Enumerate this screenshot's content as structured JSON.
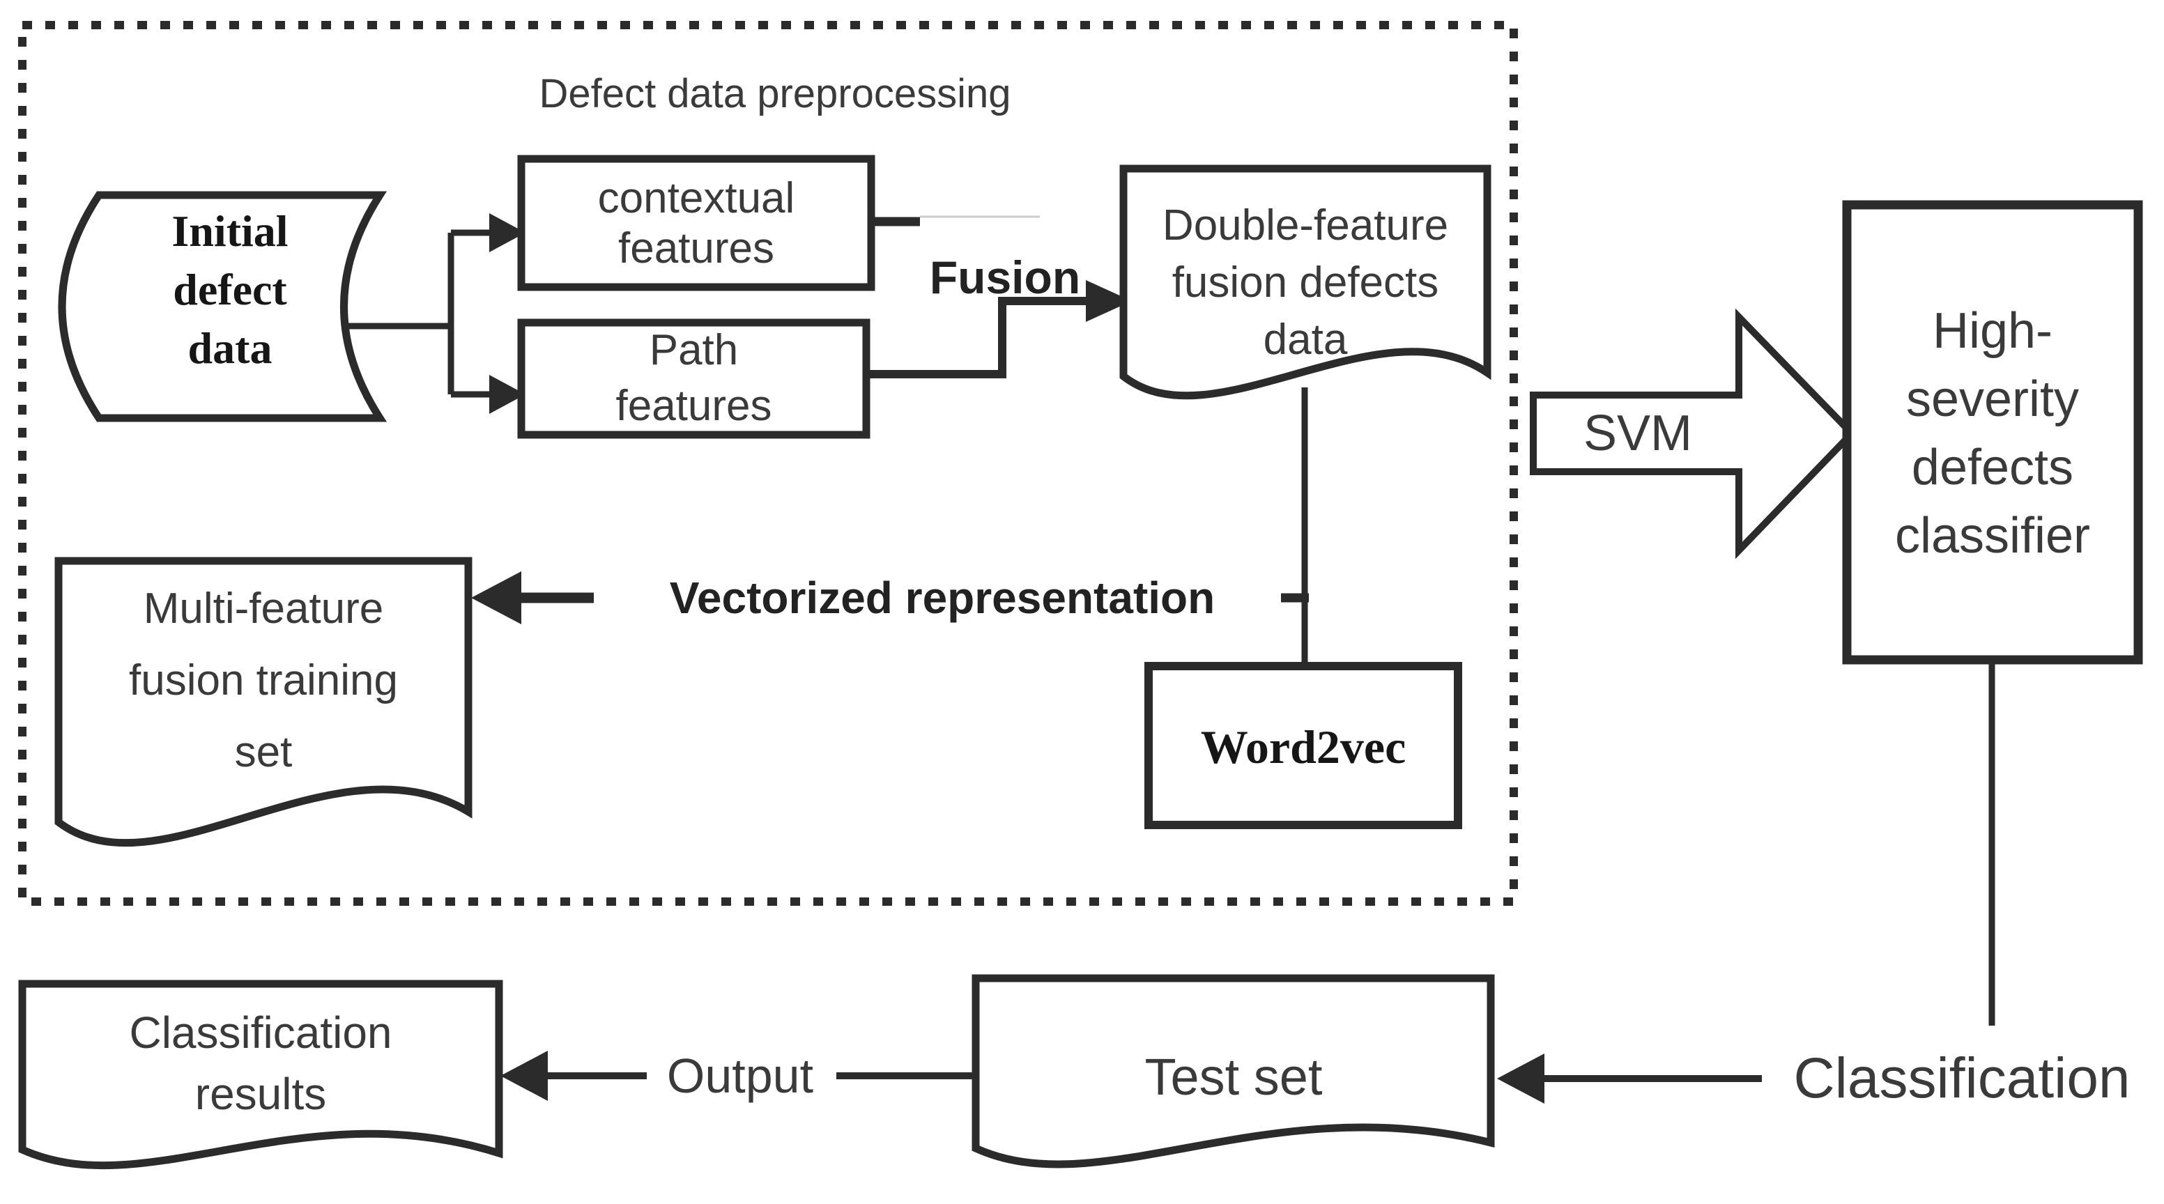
{
  "diagram": {
    "container_label": "Defect data preprocessing",
    "nodes": {
      "initial_defect_data": {
        "label": "Initial\ndefect\ndata",
        "shape": "stored-data"
      },
      "contextual_features": {
        "label": "contextual\nfeatures",
        "shape": "rectangle"
      },
      "path_features": {
        "label": "Path\nfeatures",
        "shape": "rectangle"
      },
      "double_feature": {
        "label": "Double-feature\nfusion defects\ndata",
        "shape": "document"
      },
      "multi_feature": {
        "label": "Multi-feature\nfusion training\nset",
        "shape": "document"
      },
      "word2vec": {
        "label": "Word2vec",
        "shape": "rectangle"
      },
      "classifier": {
        "label": "High-\nseverity\ndefects\nclassifier",
        "shape": "rectangle"
      },
      "test_set": {
        "label": "Test set",
        "shape": "document"
      },
      "classification_results": {
        "label": "Classification\nresults",
        "shape": "document"
      }
    },
    "edge_labels": {
      "fusion": "Fusion",
      "vectorized": "Vectorized representation",
      "svm": "SVM",
      "output": "Output",
      "classification": "Classification"
    },
    "colors": {
      "stroke": "#2b2b2b",
      "label_text": "#3a3a3a",
      "bold_text": "#222222",
      "serif_text": "#161616",
      "faint_line": "#cccccc",
      "background": "#ffffff"
    }
  }
}
